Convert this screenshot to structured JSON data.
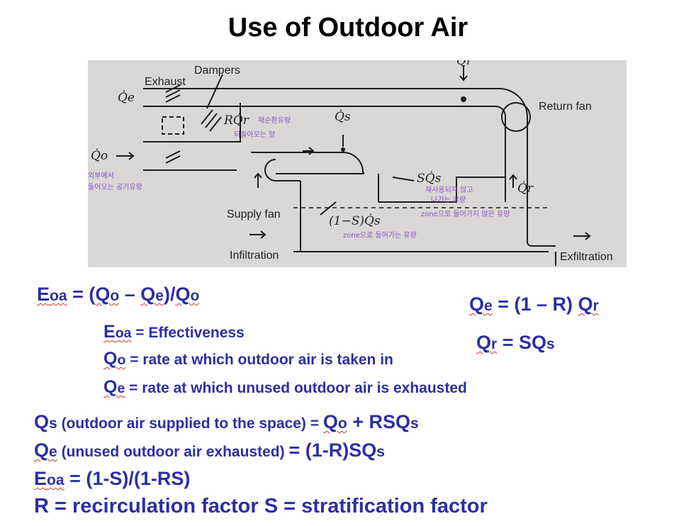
{
  "slide": {
    "title": "Use of Outdoor Air"
  },
  "diagram": {
    "labels": {
      "dampers": "Dampers",
      "exhaust": "Exhaust",
      "return_fan": "Return fan",
      "supply_fan": "Supply fan",
      "infiltration": "Infiltration",
      "exfiltration": "Exfiltration"
    },
    "symbols": {
      "qr_top": "Q̇r",
      "qe": "Q̇e",
      "qo": "Q̇o",
      "rqr": "RQ̇r",
      "qs": "Q̇s",
      "sqs": "SQ̇s",
      "qr_right": "Q̇r",
      "one_minus_s_qs": "(1−S)Q̇s"
    },
    "notes": {
      "rqr_note_1": "재순환유량",
      "rqr_note_2": "되돌아오는 양",
      "qo_note_1": "외부에서",
      "qo_note_2": "들어오는 공기유량",
      "sqs_note_1": "재사용되지 않고",
      "sqs_note_2": "나가는 유량",
      "sqs_note_3": "zone으로 들어가지 않은 유량",
      "oms_note": "zone으로 들어가는 유량"
    }
  },
  "equations": {
    "eoa_main": {
      "lhs": "E",
      "lhs_sub": "oa",
      "eq": " = (",
      "q1": "Q",
      "q1_sub": "o",
      "dash": " – ",
      "q2": "Q",
      "q2_sub": "e",
      "slash": ")/",
      "q3": "Q",
      "q3_sub": "o"
    },
    "qe_main": {
      "q": "Q",
      "q_sub": "e",
      "mid": " = (1 – R) ",
      "q2": "Q",
      "q2_sub": "r"
    },
    "qr_main": {
      "q": "Q",
      "q_sub": "r",
      "mid": " = SQ",
      "mid_sub": "s"
    },
    "def_eoa": {
      "sym": "E",
      "sym_sub": "oa",
      "text": " = Effectiveness"
    },
    "def_qo": {
      "sym": "Q",
      "sym_sub": "o",
      "text": " = rate at which outdoor air is taken in"
    },
    "def_qe": {
      "sym": "Q",
      "sym_sub": "e",
      "text": " = rate at which unused outdoor air is exhausted"
    },
    "qs_line": {
      "sym": "Q",
      "sym_sub": "s",
      "text": "  (outdoor air supplied to the space) = ",
      "q": "Q",
      "q_sub": "o",
      "rest": " + RSQ",
      "rest_sub": "s"
    },
    "qe_line": {
      "sym": "Q",
      "sym_sub": "e",
      "text": " (unused outdoor air exhausted) ",
      "rest": "= (1-R)SQ",
      "rest_sub": "s"
    },
    "eoa_line": {
      "sym": "E",
      "sym_sub": "oa",
      "text": " = (1-S)/(1-RS)"
    },
    "factors": {
      "text": "R = recirculation factor  S = stratification factor"
    }
  }
}
